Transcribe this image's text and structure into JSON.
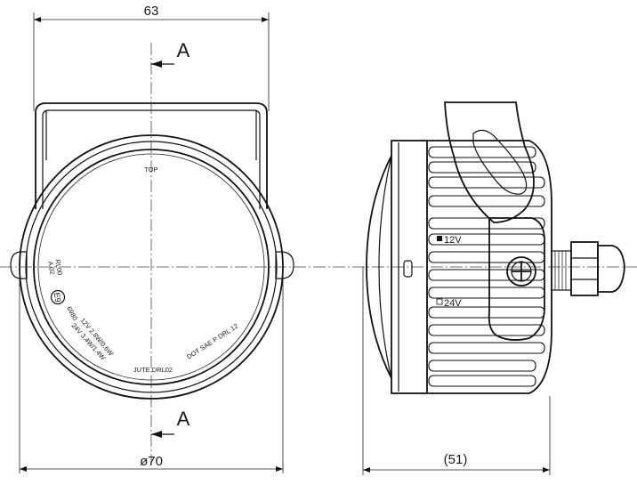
{
  "dimensions": {
    "top_width": "63",
    "front_diameter": "ø70",
    "side_depth": "(51)"
  },
  "section": {
    "top_marker": "A",
    "bottom_marker": "A"
  },
  "lens_markings": {
    "top": "TOP",
    "rl": "RL00",
    "a": "A 02",
    "e_mark": "E9",
    "e_number": "6980",
    "spec_12v": "12V 2.8W/0.6W",
    "spec_24v": "24V 3.4W/1.4W",
    "jute": "JUTE DRL02",
    "dot": "DOT SAE P DRL 12"
  },
  "side_labels": {
    "v12": "12V",
    "v24": "24V"
  }
}
